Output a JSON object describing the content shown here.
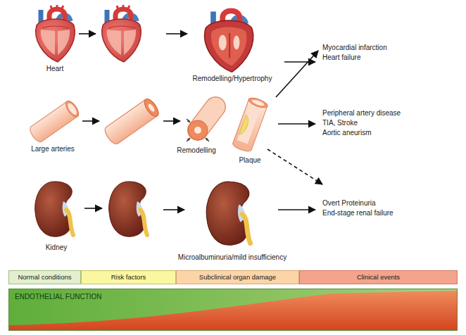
{
  "diagram": {
    "nodes": [
      {
        "text": [
          "Normal conditions"
        ]
      },
      {
        "text": [
          "Risk factors"
        ]
      },
      {
        "text": [
          "Subclinical organ damage"
        ]
      },
      {
        "text": [
          "Clinical events"
        ]
      },
      {
        "text": [
          "ENDOTHELIAL FUNCTION"
        ]
      }
    ],
    "labels": [
      "Heart",
      "Remodelling/Hypertrophy",
      "Myocardial infarction",
      "Heart failure",
      "Large arteries",
      "Remodelling",
      "Plaque",
      "Peripheral artery disease",
      "TIA, Stroke",
      "Aortic aneurism",
      "Kidney",
      "Microalbuminuria/mild insufficiency",
      "Overt Proteinuria",
      "End-stage renal failure"
    ]
  }
}
